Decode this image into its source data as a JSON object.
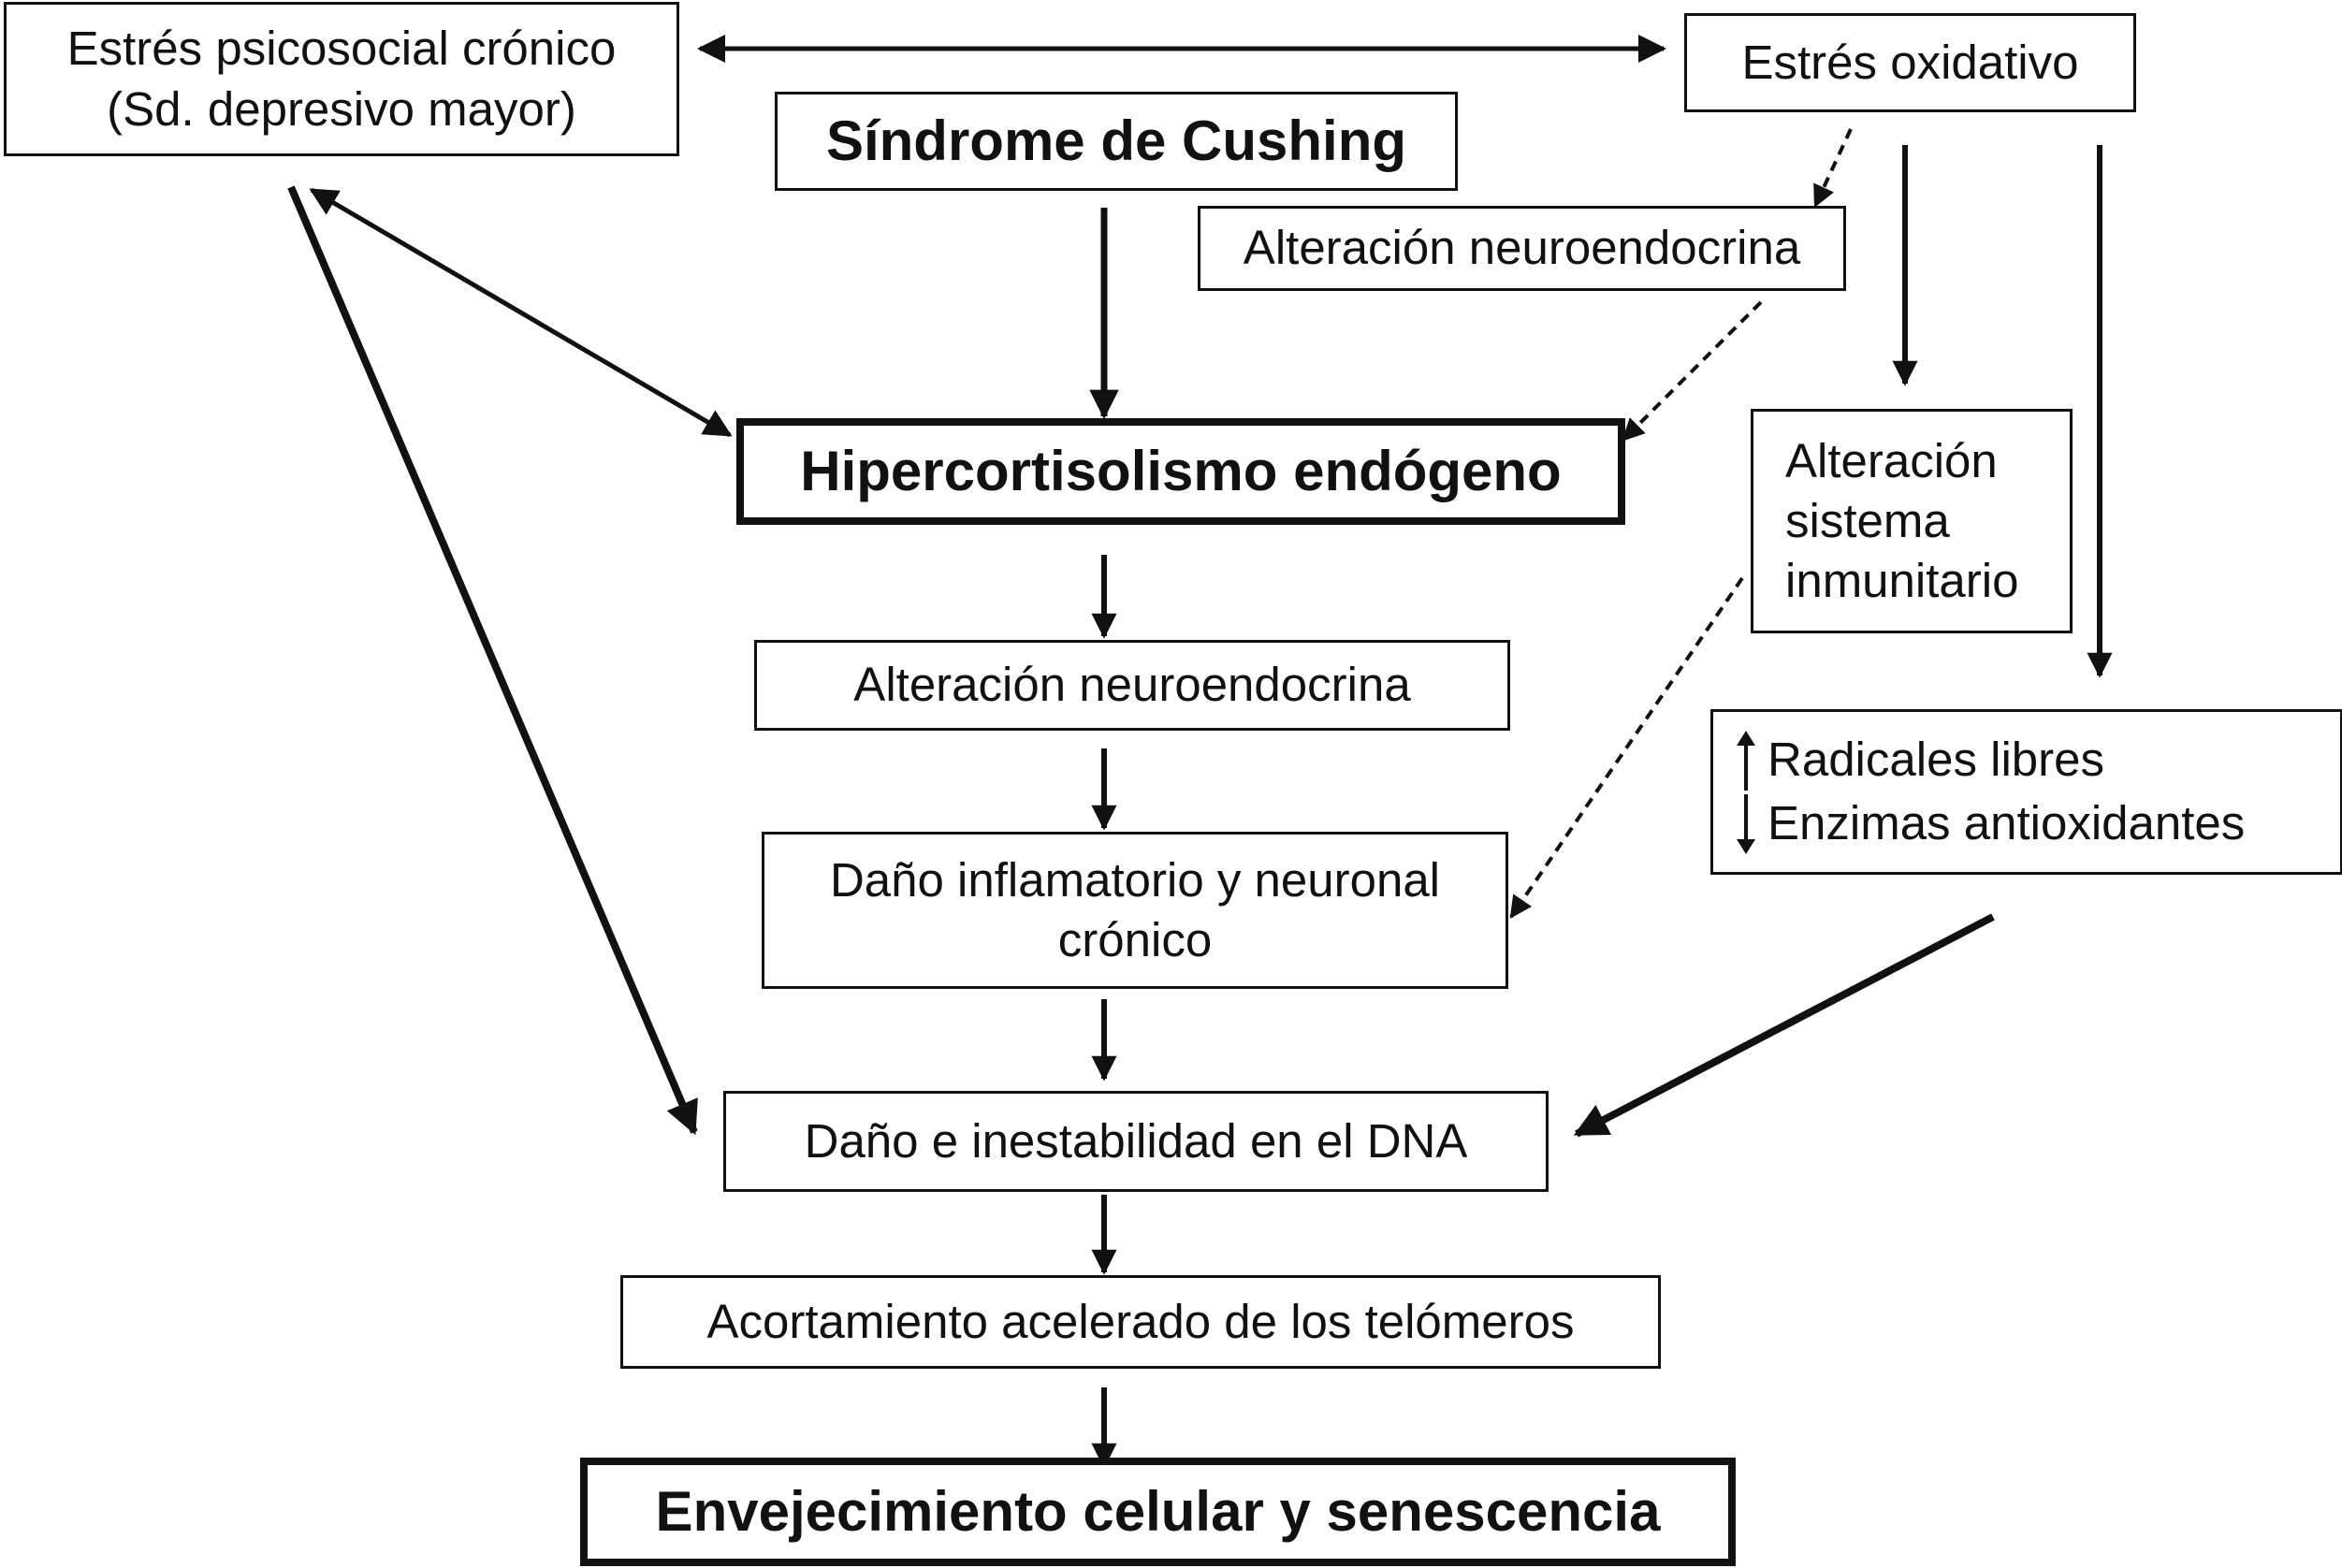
{
  "diagram": {
    "nodes": {
      "estres_psicosocial": {
        "line1": "Estrés psicosocial crónico",
        "line2": "(Sd. depresivo mayor)"
      },
      "estres_oxidativo": "Estrés oxidativo",
      "sindrome_cushing": "Síndrome de Cushing",
      "alteracion_neuroendocrina_top": "Alteración neuroendocrina",
      "hipercortisolismo": "Hipercortisolismo endógeno",
      "alteracion_inmunitario": {
        "line1": "Alteración",
        "line2": "sistema",
        "line3": "inmunitario"
      },
      "alteracion_neuroendocrina_mid": "Alteración neuroendocrina",
      "radicales": {
        "up": "Radicales libres",
        "down": "Enzimas antioxidantes"
      },
      "dano_inflamatorio": {
        "line1": "Daño inflamatorio y neuronal",
        "line2": "crónico"
      },
      "dano_dna": "Daño e inestabilidad en el DNA",
      "acortamiento": "Acortamiento acelerado de los telómeros",
      "envejecimiento": "Envejecimiento celular y senescencia"
    }
  }
}
